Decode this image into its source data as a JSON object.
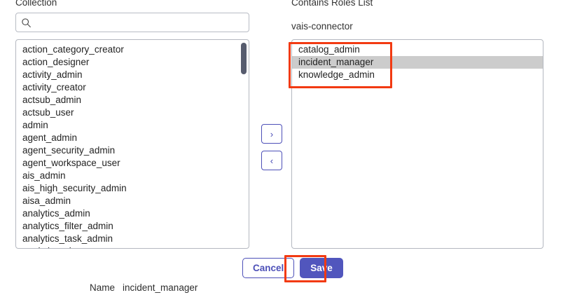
{
  "left_panel": {
    "label": "Collection",
    "search": {
      "value": "",
      "placeholder": "",
      "icon": "search-icon"
    },
    "items": [
      "action_category_creator",
      "action_designer",
      "activity_admin",
      "activity_creator",
      "actsub_admin",
      "actsub_user",
      "admin",
      "agent_admin",
      "agent_security_admin",
      "agent_workspace_user",
      "ais_admin",
      "ais_high_security_admin",
      "aisa_admin",
      "analytics_admin",
      "analytics_filter_admin",
      "analytics_task_admin",
      "analytics_viewer"
    ],
    "scrollbar": {
      "thumb_color": "#575c6e",
      "position": "top"
    }
  },
  "transfer": {
    "add_label": "›",
    "remove_label": "‹",
    "add_icon": "chevron-right-icon",
    "remove_icon": "chevron-left-icon",
    "accent": "#4d50b8"
  },
  "right_panel": {
    "label": "Contains Roles List",
    "connector": "vais-connector",
    "items": [
      {
        "label": "catalog_admin",
        "selected": false
      },
      {
        "label": "incident_manager",
        "selected": true
      },
      {
        "label": "knowledge_admin",
        "selected": false
      }
    ],
    "selected_highlight": "#cccccc"
  },
  "footer": {
    "cancel_label": "Cancel",
    "save_label": "Save",
    "save_color": "#5156bd",
    "cancel_color": "#4d50b8"
  },
  "name_row": {
    "label": "Name",
    "value": "incident_manager"
  },
  "annotations": {
    "color": "#f23a12",
    "roles_box": "contains-roles-list-highlight",
    "save_box": "save-button-highlight"
  }
}
